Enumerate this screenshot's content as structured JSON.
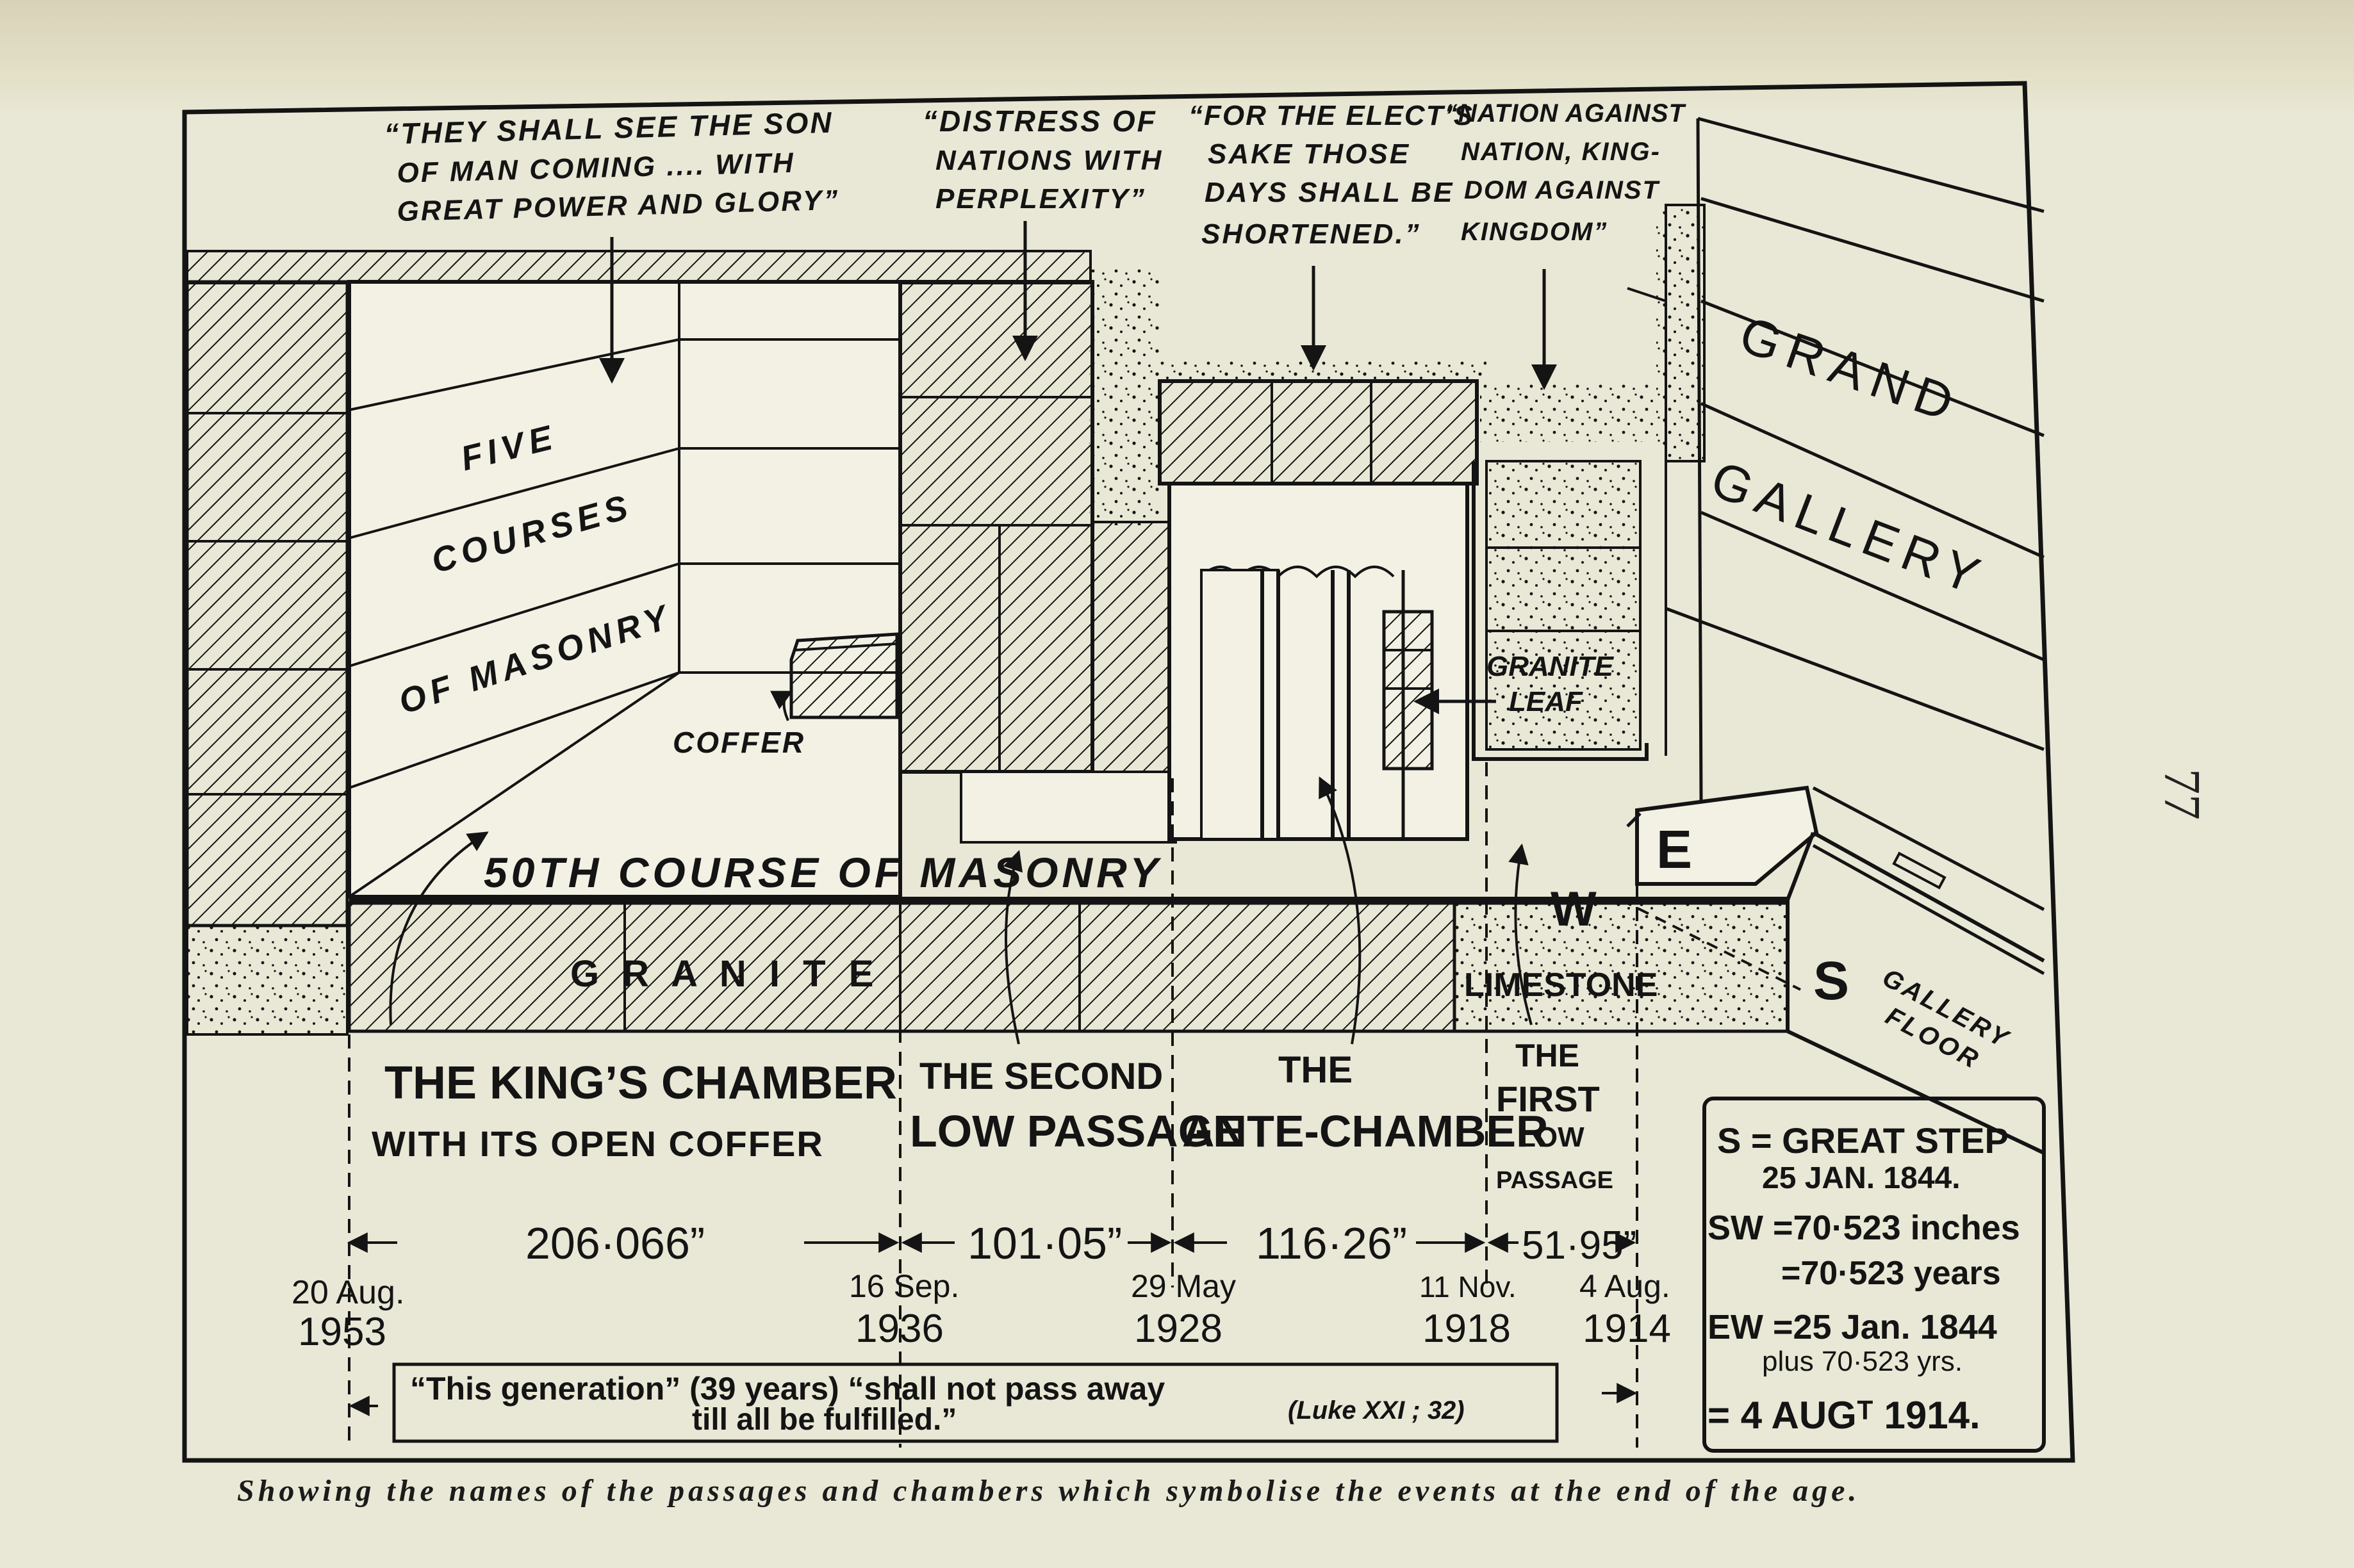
{
  "quotes": {
    "q1": [
      "“THEY SHALL SEE THE SON",
      "OF MAN COMING .... WITH",
      "GREAT POWER AND GLORY”"
    ],
    "q2": [
      "“DISTRESS OF",
      "NATIONS WITH",
      "PERPLEXITY”"
    ],
    "q3": [
      "“FOR THE ELECT’S",
      "SAKE THOSE",
      "DAYS SHALL BE",
      "SHORTENED.”"
    ],
    "q4": [
      "“NATION AGAINST",
      "NATION, KING-",
      "DOM AGAINST",
      "KINGDOM”"
    ]
  },
  "labels": {
    "five": "FIVE",
    "courses": "COURSES",
    "of_masonry": "OF MASONRY",
    "coffer": "COFFER",
    "fiftieth_course": "50TH COURSE OF MASONRY",
    "granite": "G R A N I T E",
    "granite_leaf": [
      "GRANITE",
      "LEAF"
    ],
    "grand": "GRAND",
    "gallery": "GALLERY",
    "limestone": "LIMESTONE",
    "gallery_floor": [
      "GALLERY",
      "FLOOR"
    ],
    "letter_e": "E",
    "letter_w": "W",
    "letter_s": "S"
  },
  "sections": {
    "kings_chamber": [
      "THE KING’S CHAMBER",
      "WITH ITS OPEN COFFER"
    ],
    "second_passage": [
      "THE SECOND",
      "LOW PASSAGE"
    ],
    "ante_chamber": [
      "THE",
      "ANTE-CHAMBER"
    ],
    "first_passage": [
      "THE",
      "FIRST",
      "LOW",
      "PASSAGE"
    ]
  },
  "measurements": [
    "206·066”",
    "101·05”",
    "116·26”",
    "51·95”"
  ],
  "dates": [
    {
      "day": "20 Aug.",
      "year": "1953"
    },
    {
      "day": "16 Sep.",
      "year": "1936"
    },
    {
      "day": "29 May",
      "year": "1928"
    },
    {
      "day": "11 Nov.",
      "year": "1918"
    },
    {
      "day": "4 Aug.",
      "year": "1914"
    }
  ],
  "generation_box": {
    "line1": "“This generation” (39 years) “shall not pass away",
    "line2": "till all be fulfilled.”",
    "ref": "(Luke XXI ; 32)"
  },
  "legend": {
    "line1": "S = GREAT STEP",
    "line2": "25 JAN. 1844.",
    "line3": "SW =70·523 inches",
    "line4": "=70·523 years",
    "line5": "EW =25 Jan. 1844",
    "line6": "plus 70·523 yrs.",
    "line7": "= 4 AUGᵀ 1914."
  },
  "caption": "Showing the names of the passages and chambers which symbolise the events at the end of the age.",
  "page_number": "77",
  "colors": {
    "paper": "#e9e8d6",
    "ink": "#141414"
  }
}
